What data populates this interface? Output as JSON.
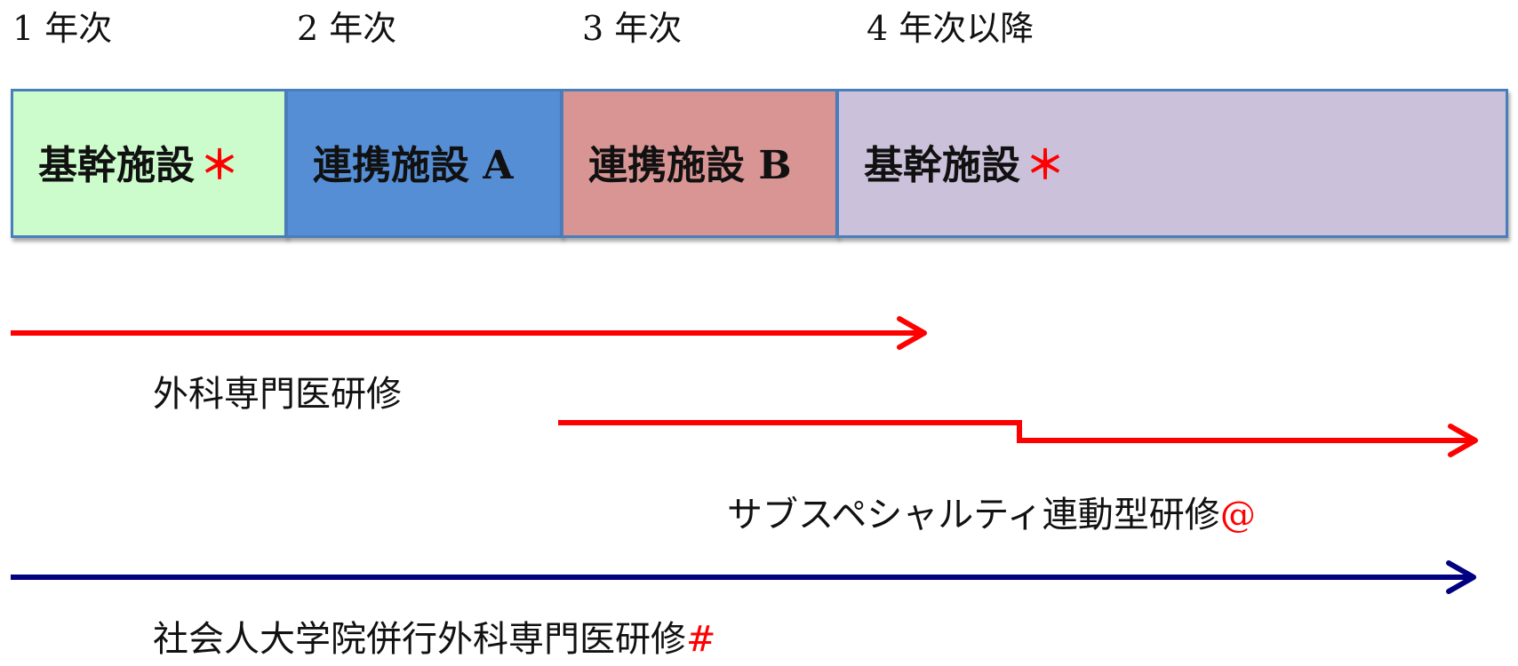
{
  "years": [
    {
      "label": "1 年次"
    },
    {
      "label": "2 年次"
    },
    {
      "label": "3 年次"
    },
    {
      "label": "4 年次以降"
    }
  ],
  "blocks": [
    {
      "label": "基幹施設",
      "marker": "＊",
      "fill": "#ccfccc"
    },
    {
      "label": "連携施設 A",
      "marker": "",
      "fill": "#558ed5"
    },
    {
      "label": "連携施設 B",
      "marker": "",
      "fill": "#d99594"
    },
    {
      "label": "基幹施設",
      "marker": "＊",
      "fill": "#ccc1da"
    }
  ],
  "programs": [
    {
      "label": "外科専門医研修",
      "marker": "",
      "arrow_color": "#ff0000"
    },
    {
      "label": "サブスペシャルティ連動型研修",
      "marker": "@",
      "arrow_color": "#ff0000"
    },
    {
      "label": "社会人大学院併行外科専門医研修",
      "marker": "#",
      "arrow_color": "#000080"
    }
  ],
  "colors": {
    "block_border": "#4a7ebb",
    "marker": "#ff0000",
    "text": "#111111"
  }
}
